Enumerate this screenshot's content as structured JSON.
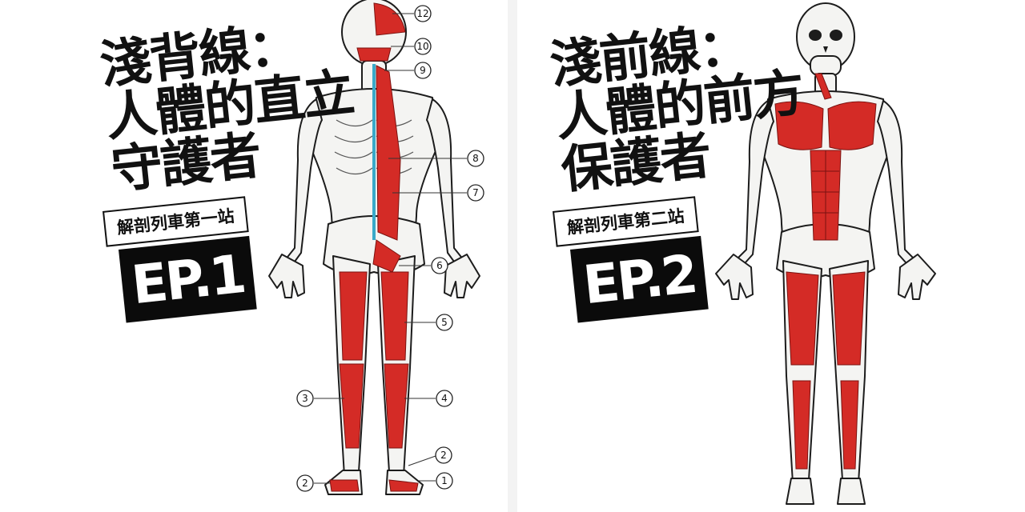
{
  "left_panel": {
    "title_lines": [
      "淺背線：",
      "人體的直立",
      "守護者"
    ],
    "series_label": "解剖列車第一站",
    "episode": "EP.1",
    "labels": [
      "12",
      "10",
      "9",
      "8",
      "7",
      "6",
      "5",
      "4",
      "3",
      "2",
      "2",
      "1"
    ]
  },
  "right_panel": {
    "title_lines": [
      "淺前線：",
      "人體的前方",
      "保護者"
    ],
    "series_label": "解剖列車第二站",
    "episode": "EP.2"
  },
  "colors": {
    "muscle_red": "#d42b26",
    "bone": "#f4f4f2",
    "outline": "#1c1c1c",
    "fascia_blue": "#3aa9c9",
    "ink": "#0b0b0b"
  }
}
